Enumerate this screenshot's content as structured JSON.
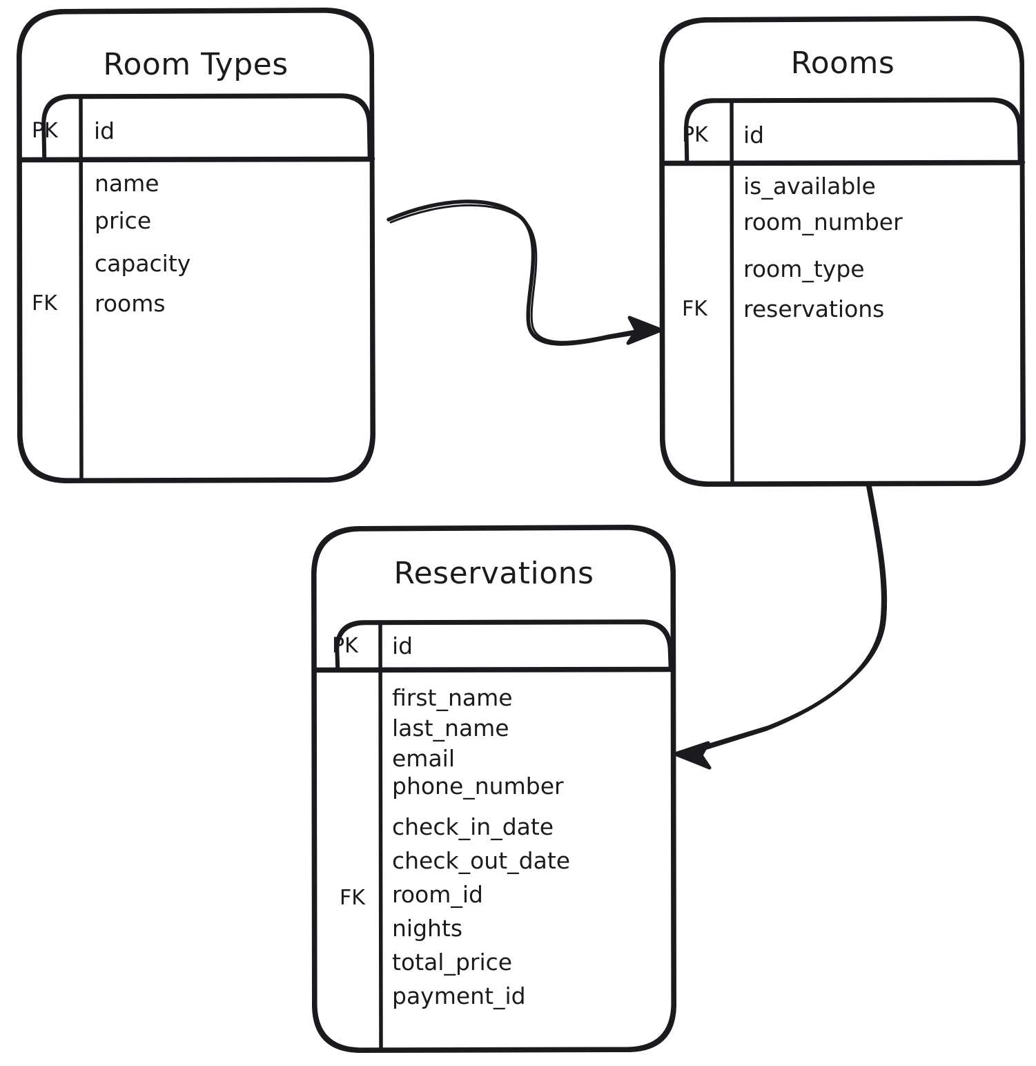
{
  "diagram": {
    "type": "entity-relationship-diagram",
    "style": "hand-drawn",
    "stroke_color": "#1b1b1f",
    "background_color": "#ffffff",
    "entities": [
      {
        "id": "room-types",
        "title": "Room Types",
        "primary_key_label": "PK",
        "primary_key_field": "id",
        "foreign_key_label": "FK",
        "fields": [
          "name",
          "price",
          "capacity",
          "rooms"
        ],
        "foreign_key_field": "rooms"
      },
      {
        "id": "rooms",
        "title": "Rooms",
        "primary_key_label": "PK",
        "primary_key_field": "id",
        "foreign_key_label": "FK",
        "fields": [
          "is_available",
          "room_number",
          "room_type",
          "reservations"
        ],
        "foreign_key_field": "reservations"
      },
      {
        "id": "reservations",
        "title": "Reservations",
        "primary_key_label": "PK",
        "primary_key_field": "id",
        "foreign_key_label": "FK",
        "fields": [
          "first_name",
          "last_name",
          "email",
          "phone_number",
          "check_in_date",
          "check_out_date",
          "room_id",
          "nights",
          "total_price",
          "payment_id"
        ],
        "foreign_key_field": "room_id"
      }
    ],
    "relationships": [
      {
        "id": "rel-roomtypes-rooms",
        "from": "room-types",
        "to": "rooms",
        "arrow": "single"
      },
      {
        "id": "rel-rooms-reservations",
        "from": "rooms",
        "to": "reservations",
        "arrow": "single"
      }
    ]
  }
}
